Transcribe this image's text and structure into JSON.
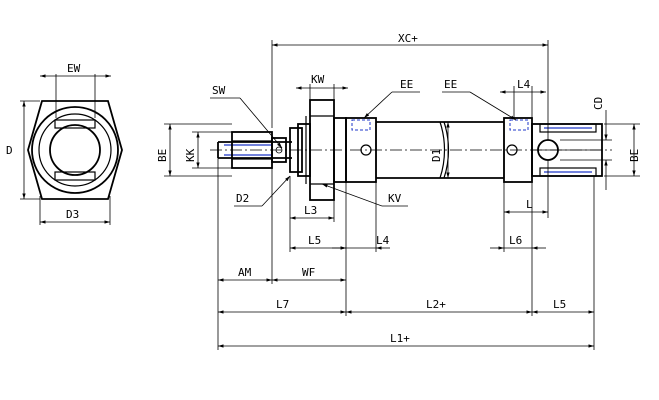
{
  "labels": {
    "ew": "EW",
    "d": "D",
    "d3": "D3",
    "sw": "SW",
    "kw": "KW",
    "ee_left": "EE",
    "ee_right": "EE",
    "l4_top": "L4",
    "cd": "CD",
    "xc": "XC+",
    "be_left": "BE",
    "kk": "KK",
    "d1": "D1",
    "be_right": "BE",
    "d2": "D2",
    "l3": "L3",
    "kv": "KV",
    "l": "L",
    "l5_mid": "L5",
    "l4_mid": "L4",
    "l6": "L6",
    "am": "AM",
    "wf": "WF",
    "l7": "L7",
    "l2": "L2+",
    "l5_right": "L5",
    "l1": "L1+"
  }
}
